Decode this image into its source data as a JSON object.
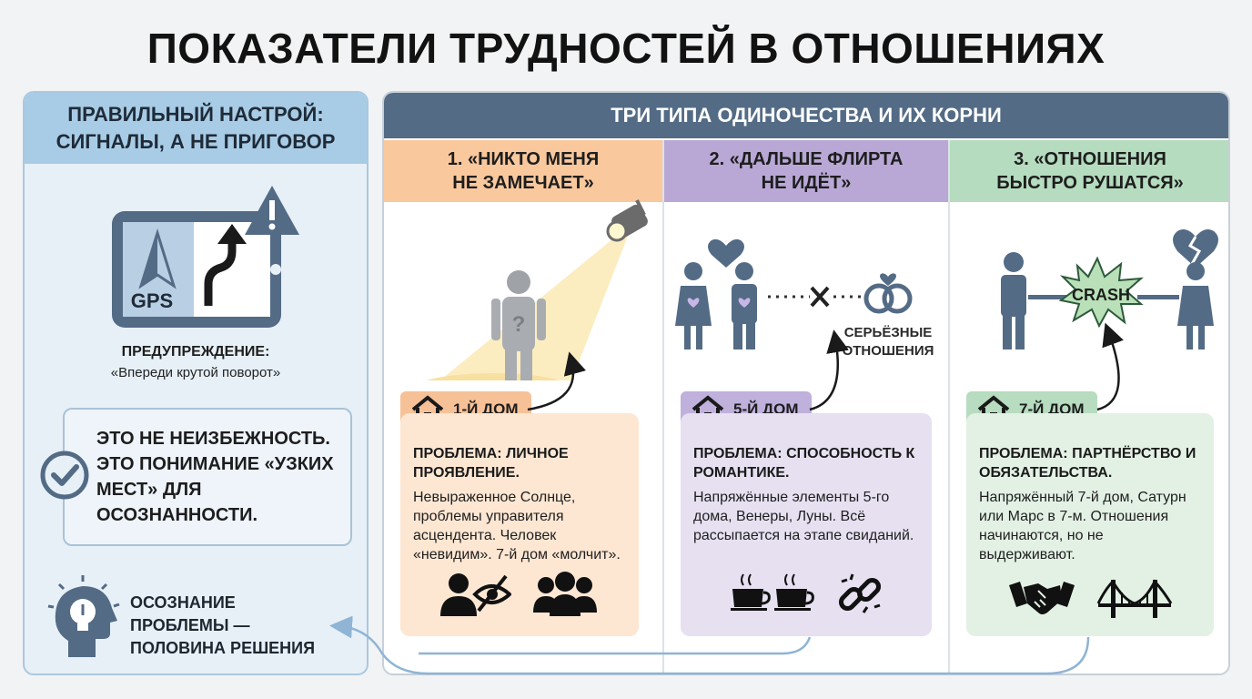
{
  "title": "ПОКАЗАТЕЛИ ТРУДНОСТЕЙ В ОТНОШЕНИЯХ",
  "left": {
    "heading_line1": "ПРАВИЛЬНЫЙ НАСТРОЙ:",
    "heading_line2": "СИГНАЛЫ, А НЕ ПРИГОВОР",
    "gps_label": "GPS",
    "warning_title": "ПРЕДУПРЕЖДЕНИЕ:",
    "warning_text": "«Впереди крутой поворот»",
    "box_text": "ЭТО НЕ НЕИЗБЕЖНОСТЬ. ЭТО ПОНИМАНИЕ «УЗКИХ МЕСТ» ДЛЯ ОСОЗНАННОСТИ.",
    "awareness_line1": "ОСОЗНАНИЕ",
    "awareness_line2": "ПРОБЛЕМЫ —",
    "awareness_line3": "ПОЛОВИНА РЕШЕНИЯ",
    "icons": [
      "gps-navigator-icon",
      "warning-icon",
      "check-circle-icon",
      "head-lightbulb-icon"
    ]
  },
  "right": {
    "heading": "ТРИ ТИПА ОДИНОЧЕСТВА И ИХ КОРНИ",
    "columns": [
      {
        "title_line1": "1. «НИКТО МЕНЯ",
        "title_line2": "НЕ ЗАМЕЧАЕТ»",
        "house": "1-Й ДОМ",
        "problem": "ПРОБЛЕМА: ЛИЧНОЕ ПРОЯВЛЕНИЕ.",
        "text": "Невыраженное Солнце, проблемы управителя асцендента. Человек «невидим». 7-й дом «молчит».",
        "head_color": "#f9c89d",
        "tag_color": "#f7c197",
        "card_color": "#fde7d3",
        "icons": [
          "person-hidden-icon",
          "group-icon"
        ]
      },
      {
        "title_line1": "2. «ДАЛЬШЕ ФЛИРТА",
        "title_line2": "НЕ ИДЁТ»",
        "house": "5-Й ДОМ",
        "problem": "ПРОБЛЕМА: СПОСОБНОСТЬ К РОМАНТИКЕ.",
        "text": "Напряжённые элементы 5-го дома, Венеры, Луны. Всё рассыпается на этапе свиданий.",
        "side_label_line1": "СЕРЬЁЗНЫЕ",
        "side_label_line2": "ОТНОШЕНИЯ",
        "head_color": "#b9a8d6",
        "tag_color": "#bfb0dc",
        "card_color": "#e6e0f1",
        "icons": [
          "coffee-cups-icon",
          "broken-link-icon"
        ]
      },
      {
        "title_line1": "3. «ОТНОШЕНИЯ",
        "title_line2": "БЫСТРО РУШАТСЯ»",
        "house": "7-Й ДОМ",
        "problem": "ПРОБЛЕМА: ПАРТНЁРСТВО И ОБЯЗАТЕЛЬСТВА.",
        "text": "Напряжённый 7-й дом, Сатурн или Марс в 7-м. Отношения начинаются, но не выдерживают.",
        "crash_label": "CRASH",
        "head_color": "#b5dcbf",
        "tag_color": "#b7dcbf",
        "card_color": "#e3f1e5",
        "icons": [
          "handshake-icon",
          "bridge-icon"
        ]
      }
    ]
  }
}
